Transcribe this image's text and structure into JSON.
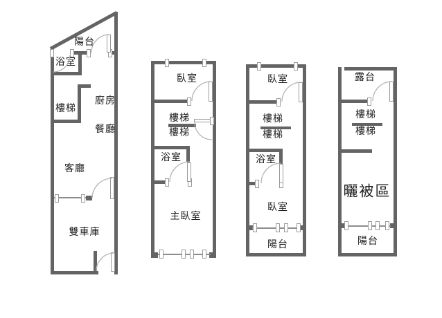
{
  "colors": {
    "wall": "#646464",
    "window_line": "#8c8c8c",
    "arc": "#b3b3b3",
    "jamb_border": "#9a9a9a",
    "text": "#1c1c1c",
    "background": "#ffffff"
  },
  "plans": [
    {
      "id": "plan-1",
      "rooms": {
        "balcony": "陽台",
        "bathroom": "浴室",
        "stairs": "樓梯",
        "kitchen": "廚房",
        "dining_room": "餐廳",
        "living_room": "客廳",
        "garage": "雙車庫"
      }
    },
    {
      "id": "plan-2",
      "rooms": {
        "bedroom": "臥室",
        "stairs_upper": "樓梯",
        "stairs_lower": "樓梯",
        "bathroom": "浴室",
        "master_bedroom": "主臥室"
      }
    },
    {
      "id": "plan-3",
      "rooms": {
        "bedroom_front": "臥室",
        "stairs_upper": "樓梯",
        "stairs_lower": "樓梯",
        "bathroom": "浴室",
        "bedroom_rear": "臥室",
        "balcony": "陽台"
      }
    },
    {
      "id": "plan-4",
      "rooms": {
        "roof_terrace": "露台",
        "stairs_upper": "樓梯",
        "stairs_lower": "樓梯",
        "quilt_drying_area": "曬被區",
        "balcony": "陽台"
      }
    }
  ]
}
